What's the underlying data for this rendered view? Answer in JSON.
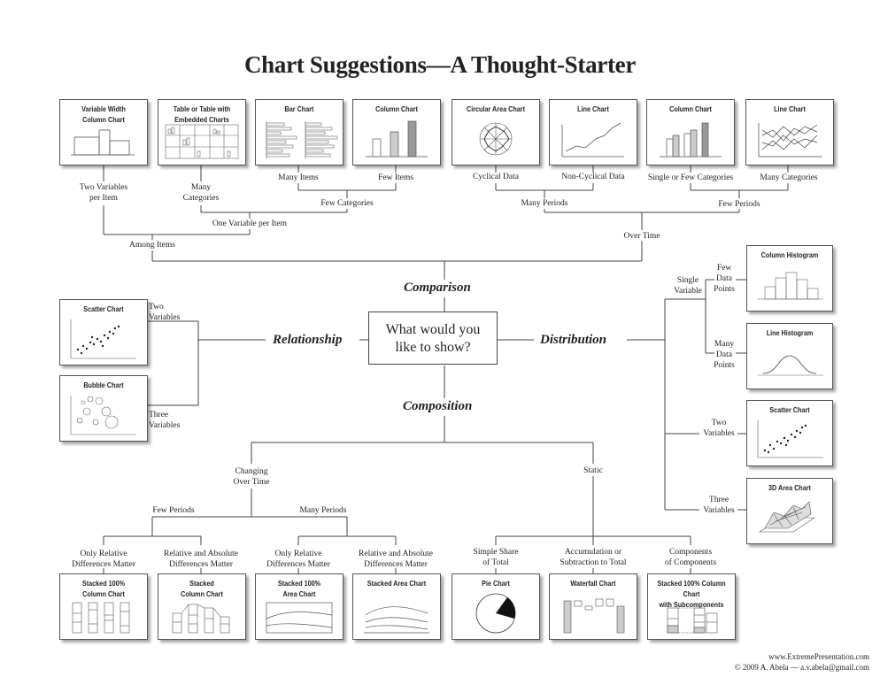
{
  "title": "Chart Suggestions—A Thought-Starter",
  "question": [
    "What would you",
    "like to show?"
  ],
  "categories": {
    "comparison": "Comparison",
    "relationship": "Relationship",
    "distribution": "Distribution",
    "composition": "Composition"
  },
  "charts": {
    "variable_width": [
      "Variable Width",
      "Column Chart"
    ],
    "table_embedded": [
      "Table or Table with",
      "Embedded Charts"
    ],
    "bar_chart": [
      "Bar Chart"
    ],
    "column_chart_few": [
      "Column Chart"
    ],
    "circular_area": [
      "Circular Area Chart"
    ],
    "line_chart_noncyc": [
      "Line Chart"
    ],
    "column_chart_time": [
      "Column Chart"
    ],
    "line_chart_many": [
      "Line Chart"
    ],
    "scatter_rel": [
      "Scatter Chart"
    ],
    "bubble": [
      "Bubble Chart"
    ],
    "column_histogram": [
      "Column Histogram"
    ],
    "line_histogram": [
      "Line Histogram"
    ],
    "scatter_dist": [
      "Scatter Chart"
    ],
    "area_3d": [
      "3D Area Chart"
    ],
    "stacked100_column": [
      "Stacked 100%",
      "Column Chart"
    ],
    "stacked_column": [
      "Stacked",
      "Column Chart"
    ],
    "stacked100_area": [
      "Stacked 100%",
      "Area Chart"
    ],
    "stacked_area": [
      "Stacked Area Chart"
    ],
    "pie": [
      "Pie Chart"
    ],
    "waterfall": [
      "Waterfall Chart"
    ],
    "stacked100_sub": [
      "Stacked 100% Column Chart",
      "with Subcomponents"
    ]
  },
  "labels": {
    "two_vars_per_item": [
      "Two Variables",
      "per Item"
    ],
    "many_categories_a": [
      "Many",
      "Categories"
    ],
    "many_items": [
      "Many Items"
    ],
    "few_items": [
      "Few Items"
    ],
    "cyclical": [
      "Cyclical Data"
    ],
    "non_cyclical": [
      "Non-Cyclical Data"
    ],
    "single_few_cat": [
      "Single or Few Categories"
    ],
    "many_categories_b": [
      "Many Categories"
    ],
    "few_categories": [
      "Few Categories"
    ],
    "many_periods": [
      "Many Periods"
    ],
    "few_periods_top": [
      "Few Periods"
    ],
    "one_var_per_item": [
      "One Variable per Item"
    ],
    "among_items": [
      "Among Items"
    ],
    "over_time": [
      "Over Time"
    ],
    "two_variables_rel": [
      "Two",
      "Variables"
    ],
    "three_variables_rel": [
      "Three",
      "Variables"
    ],
    "single_variable": [
      "Single",
      "Variable"
    ],
    "few_data_points": [
      "Few",
      "Data",
      "Points"
    ],
    "many_data_points": [
      "Many",
      "Data",
      "Points"
    ],
    "two_variables_dist": [
      "Two",
      "Variables"
    ],
    "three_variables_dist": [
      "Three",
      "Variables"
    ],
    "changing_over_time": [
      "Changing",
      "Over Time"
    ],
    "static": [
      "Static"
    ],
    "few_periods_comp": [
      "Few Periods"
    ],
    "many_periods_comp": [
      "Many Periods"
    ],
    "only_relative_1": [
      "Only Relative",
      "Differences Matter"
    ],
    "rel_abs_1": [
      "Relative and Absolute",
      "Differences Matter"
    ],
    "only_relative_2": [
      "Only Relative",
      "Differences Matter"
    ],
    "rel_abs_2": [
      "Relative and Absolute",
      "Differences Matter"
    ],
    "simple_share": [
      "Simple Share",
      "of Total"
    ],
    "accumulation": [
      "Accumulation or",
      "Subtraction to Total"
    ],
    "components": [
      "Components",
      "of Components"
    ]
  },
  "footer": [
    "www.ExtremePresentation.com",
    "© 2009  A. Abela — a.v.abela@gmail.com"
  ]
}
